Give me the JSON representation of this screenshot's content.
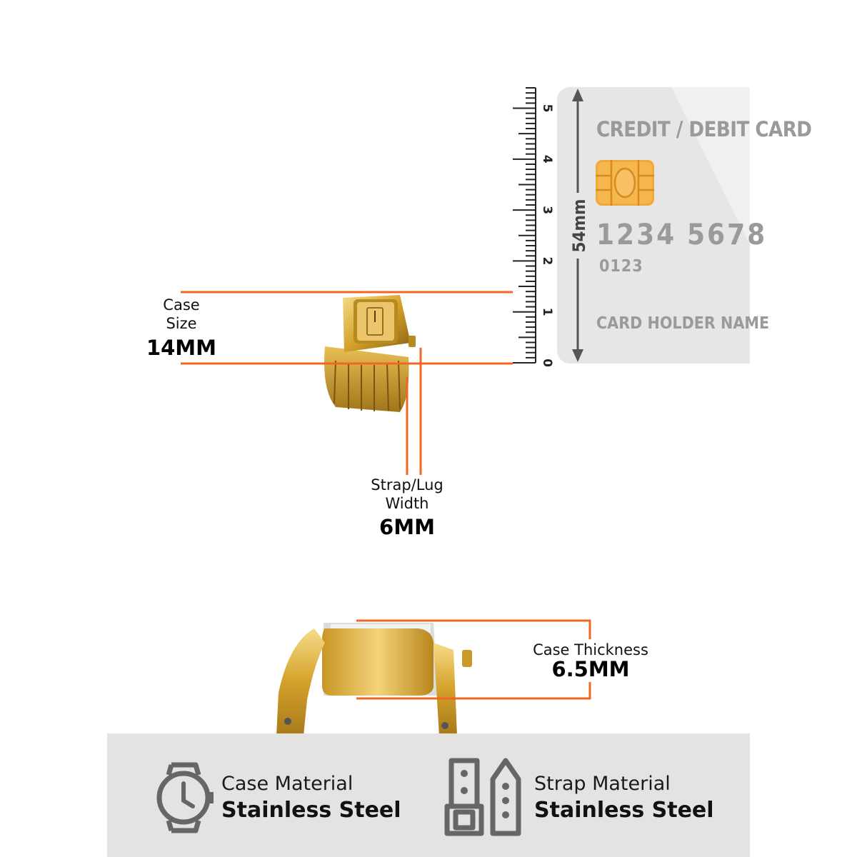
{
  "ruler": {
    "ticks": [
      "5",
      "4",
      "3",
      "2",
      "1",
      "0"
    ]
  },
  "card": {
    "title": "CREDIT / DEBIT CARD",
    "number_part1": "1234",
    "number_part2": "5678",
    "small_number": "0123",
    "holder": "CARD HOLDER NAME",
    "height_label": "54mm"
  },
  "case_size": {
    "label_line1": "Case",
    "label_line2": "Size",
    "value": "14MM"
  },
  "strap_width": {
    "label_line1": "Strap/Lug",
    "label_line2": "Width",
    "value": "6MM"
  },
  "case_thickness": {
    "label": "Case Thickness",
    "value": "6.5MM"
  },
  "features": {
    "case_material": {
      "label": "Case Material",
      "value": "Stainless Steel",
      "icon": "watch-icon"
    },
    "strap_material": {
      "label": "Strap Material",
      "value": "Stainless Steel",
      "icon": "strap-icon"
    }
  },
  "colors": {
    "accent": "#f26522",
    "gold": "#d4a12a",
    "card_bg": "#e6e6e6",
    "footer_bg": "#e3e3e3"
  }
}
